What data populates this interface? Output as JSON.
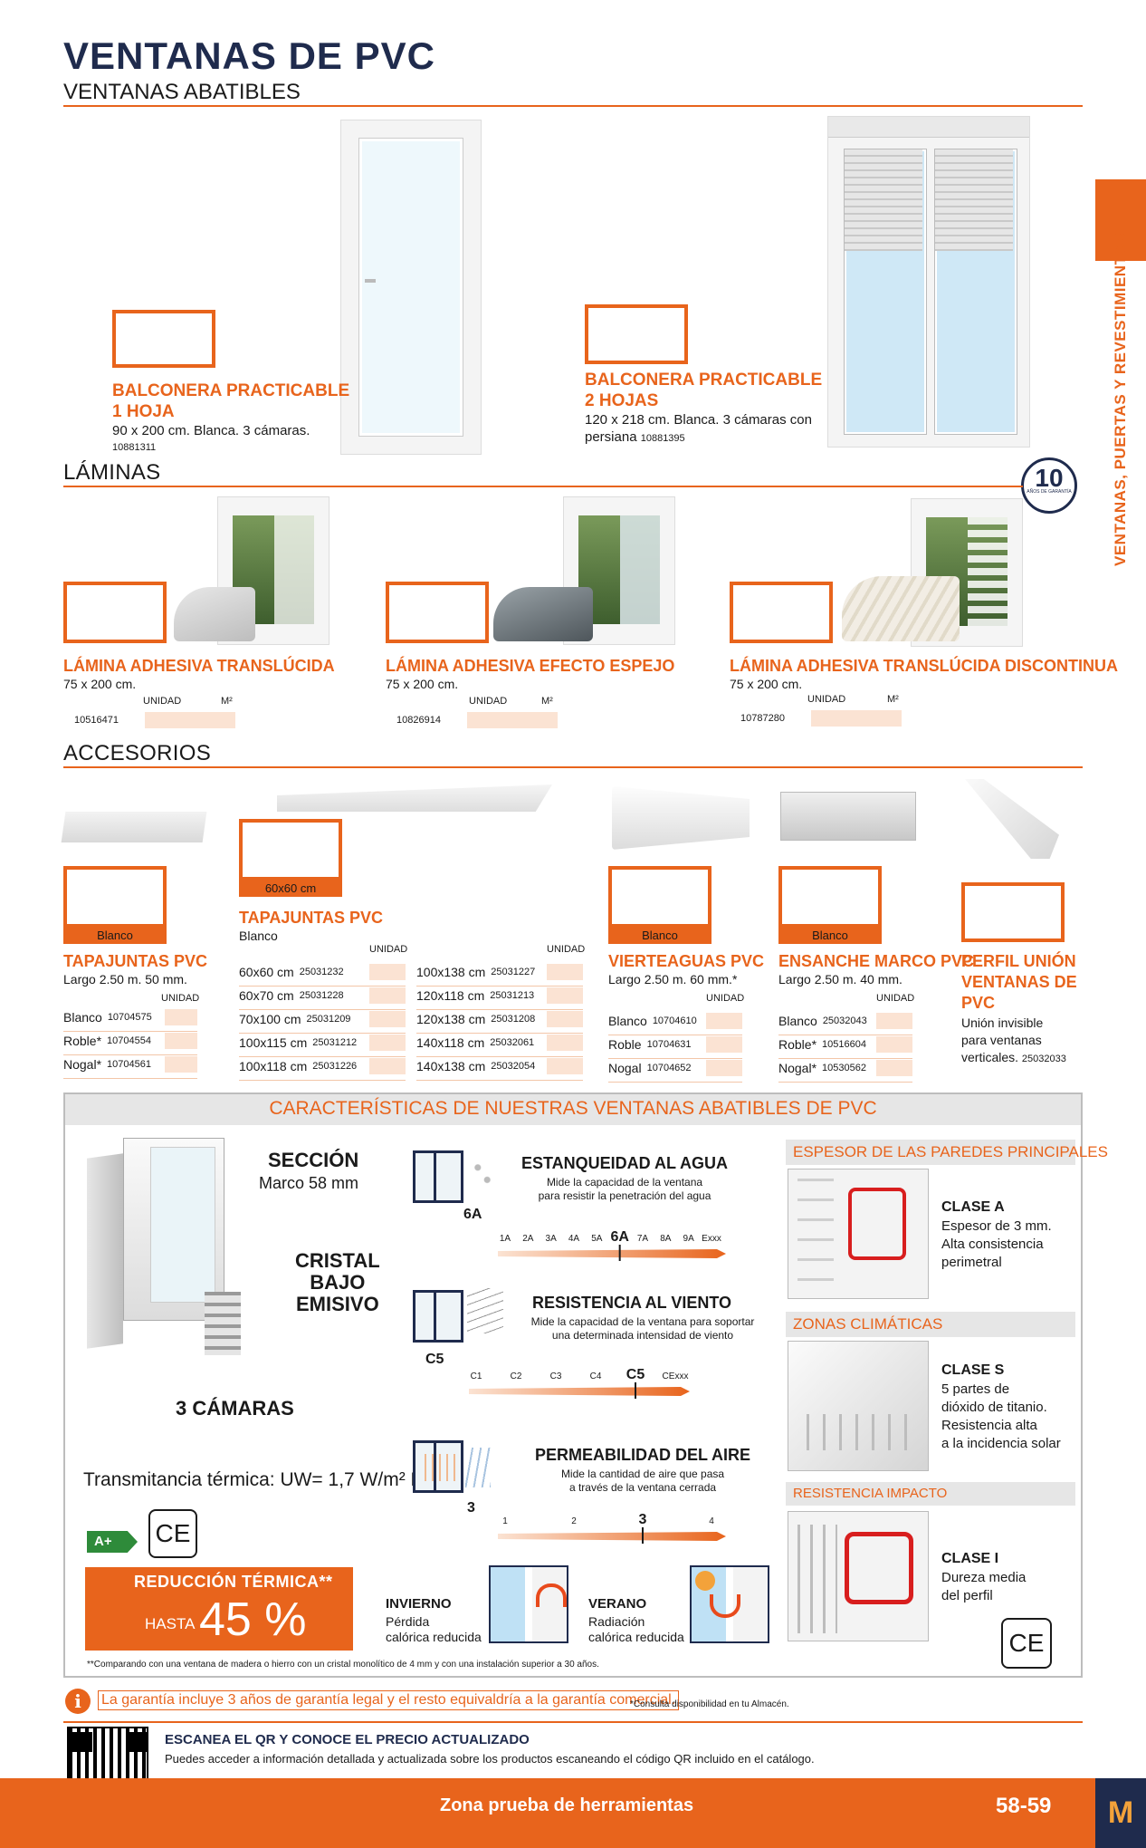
{
  "header": {
    "title": "VENTANAS DE PVC",
    "subtitle": "VENTANAS ABATIBLES"
  },
  "side_tab": {
    "label": "VENTANAS, PUERTAS Y REVESTIMIENTOS"
  },
  "guarantee_badge": {
    "years": "10",
    "text": "AÑOS DE GARANTÍA"
  },
  "windows": [
    {
      "title_line1": "BALCONERA PRACTICABLE",
      "title_line2": "1 HOJA",
      "desc": "90 x 200 cm. Blanca. 3 cámaras.",
      "code": "10881311"
    },
    {
      "title_line1": "BALCONERA PRACTICABLE",
      "title_line2": "2 HOJAS",
      "desc_line1": "120 x 218 cm. Blanca. 3 cámaras con",
      "desc_line2": "persiana",
      "code": "10881395"
    }
  ],
  "laminas": {
    "section": "LÁMINAS",
    "col_unit": "UNIDAD",
    "col_m2": "M²",
    "items": [
      {
        "title": "LÁMINA ADHESIVA TRANSLÚCIDA",
        "desc": "75 x 200 cm.",
        "code": "10516471"
      },
      {
        "title": "LÁMINA ADHESIVA EFECTO ESPEJO",
        "desc": "75 x 200 cm.",
        "code": "10826914"
      },
      {
        "title": "LÁMINA ADHESIVA TRANSLÚCIDA DISCONTINUA",
        "desc": "75 x 200 cm.",
        "code": "10787280"
      }
    ]
  },
  "accesorios": {
    "section": "ACCESORIOS",
    "col_unit": "UNIDAD",
    "tapajuntas": {
      "tag": "Blanco",
      "title": "TAPAJUNTAS PVC",
      "desc": "Largo 2.50 m. 50 mm.",
      "rows": [
        {
          "label": "Blanco",
          "code": "10704575"
        },
        {
          "label": "Roble*",
          "code": "10704554"
        },
        {
          "label": "Nogal*",
          "code": "10704561"
        }
      ]
    },
    "tapajuntas2": {
      "tag": "60x60 cm",
      "title": "TAPAJUNTAS PVC",
      "desc": "Blanco",
      "rows_left": [
        {
          "label": "60x60 cm",
          "code": "25031232"
        },
        {
          "label": "60x70 cm",
          "code": "25031228"
        },
        {
          "label": "70x100 cm",
          "code": "25031209"
        },
        {
          "label": "100x115 cm",
          "code": "25031212"
        },
        {
          "label": "100x118 cm",
          "code": "25031226"
        }
      ],
      "rows_right": [
        {
          "label": "100x138 cm",
          "code": "25031227"
        },
        {
          "label": "120x118 cm",
          "code": "25031213"
        },
        {
          "label": "120x138 cm",
          "code": "25031208"
        },
        {
          "label": "140x118 cm",
          "code": "25032061"
        },
        {
          "label": "140x138 cm",
          "code": "25032054"
        }
      ]
    },
    "vierteaguas": {
      "tag": "Blanco",
      "title": "VIERTEAGUAS PVC",
      "desc": "Largo 2.50 m. 60 mm.*",
      "rows": [
        {
          "label": "Blanco",
          "code": "10704610"
        },
        {
          "label": "Roble",
          "code": "10704631"
        },
        {
          "label": "Nogal",
          "code": "10704652"
        }
      ]
    },
    "ensanche": {
      "tag": "Blanco",
      "title": "ENSANCHE MARCO PVC",
      "desc": "Largo 2.50 m. 40 mm.",
      "rows": [
        {
          "label": "Blanco",
          "code": "25032043"
        },
        {
          "label": "Roble*",
          "code": "10516604"
        },
        {
          "label": "Nogal*",
          "code": "10530562"
        }
      ]
    },
    "perfil": {
      "title_line1": "PERFIL UNIÓN",
      "title_line2": "VENTANAS DE",
      "title_line3": "PVC",
      "desc_line1": "Unión invisible",
      "desc_line2": "para ventanas",
      "desc_line3": "verticales.",
      "code": "25032033"
    }
  },
  "features": {
    "title": "CARACTERÍSTICAS DE NUESTRAS VENTANAS ABATIBLES DE PVC",
    "seccion_title": "SECCIÓN",
    "seccion_desc": "Marco 58 mm",
    "cristal_line1": "CRISTAL",
    "cristal_line2": "BAJO",
    "cristal_line3": "EMISIVO",
    "camaras": "3 CÁMARAS",
    "transmitancia": "Transmitancia térmica: UW= 1,7 W/m² K",
    "energy_label": "A+",
    "ce_mark": "CE",
    "reduccion_title": "REDUCCIÓN TÉRMICA**",
    "reduccion_hasta": "HASTA",
    "reduccion_value": "45 %",
    "water": {
      "title": "ESTANQUEIDAD AL AGUA",
      "desc_line1": "Mide la capacidad de la ventana",
      "desc_line2": "para resistir la penetración del agua",
      "rating": "6A",
      "scale": [
        "1A",
        "2A",
        "3A",
        "4A",
        "5A",
        "6A",
        "7A",
        "8A",
        "9A",
        "Exxx"
      ],
      "selected_index": 5
    },
    "wind": {
      "title": "RESISTENCIA AL VIENTO",
      "desc_line1": "Mide la capacidad de la ventana para soportar",
      "desc_line2": "una determinada intensidad de viento",
      "rating": "C5",
      "scale": [
        "C1",
        "C2",
        "C3",
        "C4",
        "C5",
        "CExxx"
      ],
      "selected_index": 4
    },
    "air": {
      "title": "PERMEABILIDAD DEL AIRE",
      "desc_line1": "Mide la cantidad de aire que pasa",
      "desc_line2": "a través de la ventana cerrada",
      "rating": "3",
      "scale": [
        "1",
        "2",
        "3",
        "4"
      ],
      "selected_index": 2
    },
    "invierno_title": "INVIERNO",
    "invierno_line1": "Pérdida",
    "invierno_line2": "calórica reducida",
    "verano_title": "VERANO",
    "verano_line1": "Radiación",
    "verano_line2": "calórica reducida",
    "espesor": {
      "title": "ESPESOR DE LAS PAREDES PRINCIPALES",
      "clase": "CLASE A",
      "line1": "Espesor de 3 mm.",
      "line2": "Alta consistencia",
      "line3": "perimetral"
    },
    "zonas": {
      "title": "ZONAS CLIMÁTICAS",
      "clase": "CLASE S",
      "line1": "5 partes de",
      "line2": "dióxido de titanio.",
      "line3": "Resistencia alta",
      "line4": "a la incidencia solar"
    },
    "impacto": {
      "title": "RESISTENCIA IMPACTO",
      "clase": "CLASE I",
      "line1": "Dureza media",
      "line2": "del perfil"
    },
    "footnote": "**Comparando con una ventana de madera o hierro con un cristal monolítico de 4 mm y con una instalación superior a 30 años."
  },
  "info": {
    "guarantee": "La garantía incluye 3 años de garantía legal y el resto equivaldría a la garantía comercial.",
    "note": "*Consulta disponibilidad en tu Almacén."
  },
  "qr": {
    "title": "ESCANEA EL QR Y CONOCE EL PRECIO ACTUALIZADO",
    "desc": "Puedes acceder a información detallada y actualizada sobre los productos escaneando el código QR incluido en el catálogo."
  },
  "footer": {
    "tagline": "Zona prueba de herramientas",
    "pages": "58-59",
    "logo": "M"
  },
  "colors": {
    "accent": "#e8641c",
    "navy": "#1f2b4d",
    "light_accent": "#fbe3d3"
  }
}
